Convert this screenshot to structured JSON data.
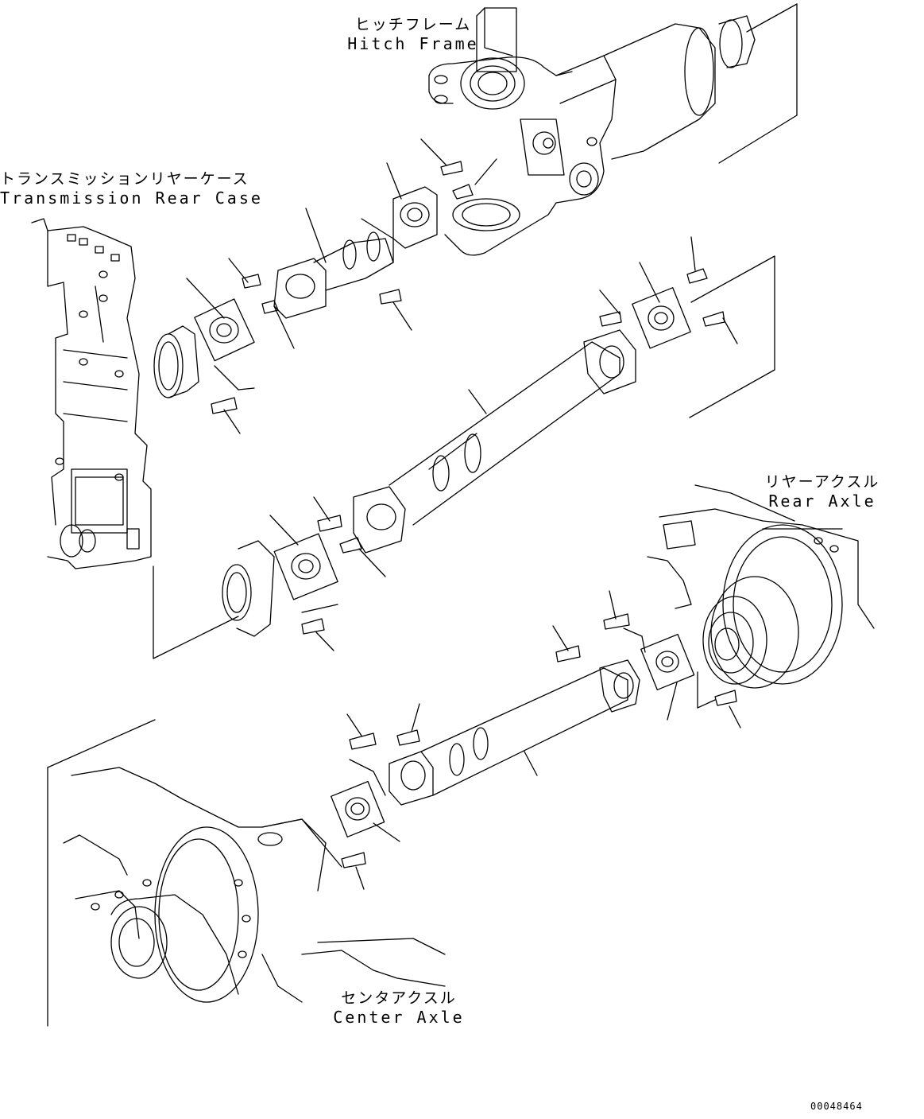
{
  "labels": {
    "hitch_frame": {
      "jp": "ヒッチフレーム",
      "en": "Hitch Frame"
    },
    "transmission_rear_case": {
      "jp": "トランスミッションリヤーケース",
      "en": "Transmission Rear Case"
    },
    "rear_axle": {
      "jp": "リヤーアクスル",
      "en": "Rear Axle"
    },
    "center_axle": {
      "jp": "センタアクスル",
      "en": "Center Axle"
    }
  },
  "drawing_number": "00048464"
}
